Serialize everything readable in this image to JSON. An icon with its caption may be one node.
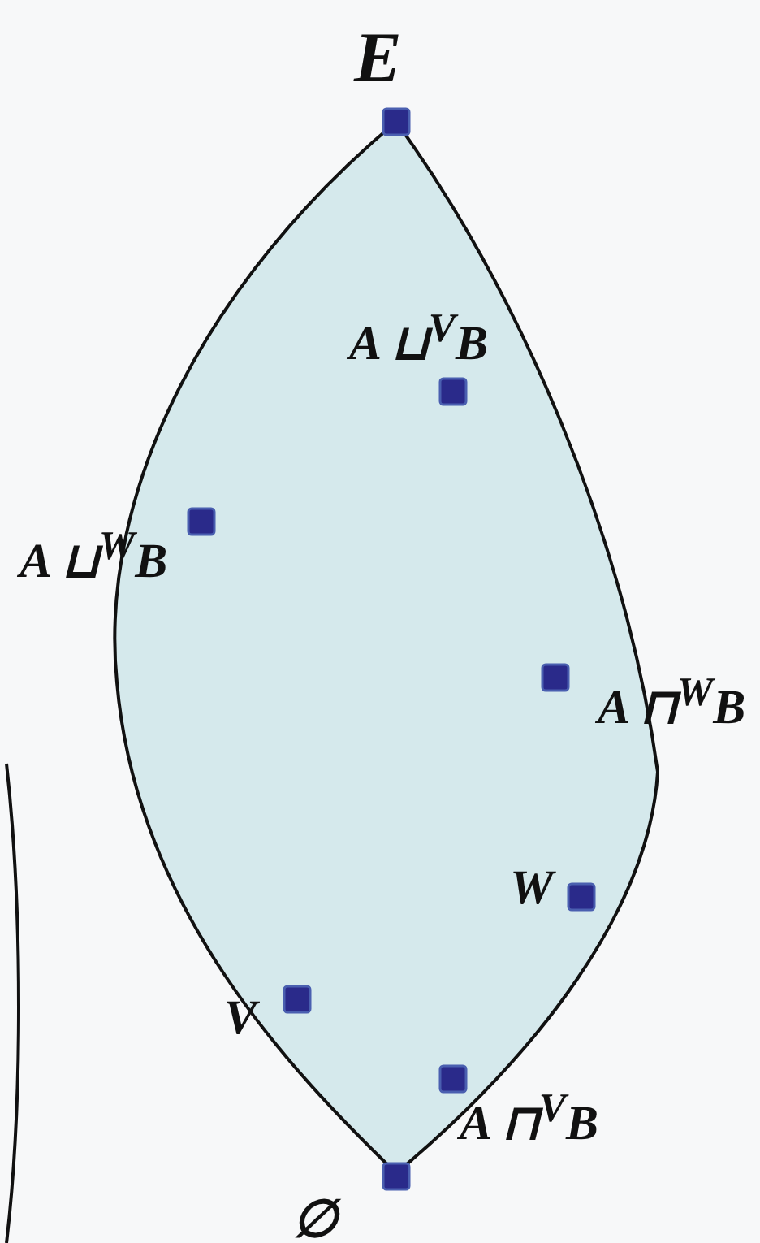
{
  "diagram": {
    "labels": [
      "E",
      "A ⊔$^{V}$B",
      "A ⊔$^{W}$B",
      "A ⊓$^{W}$B",
      "W",
      "V",
      "A ⊓$^{V}$B",
      "∅"
    ]
  }
}
